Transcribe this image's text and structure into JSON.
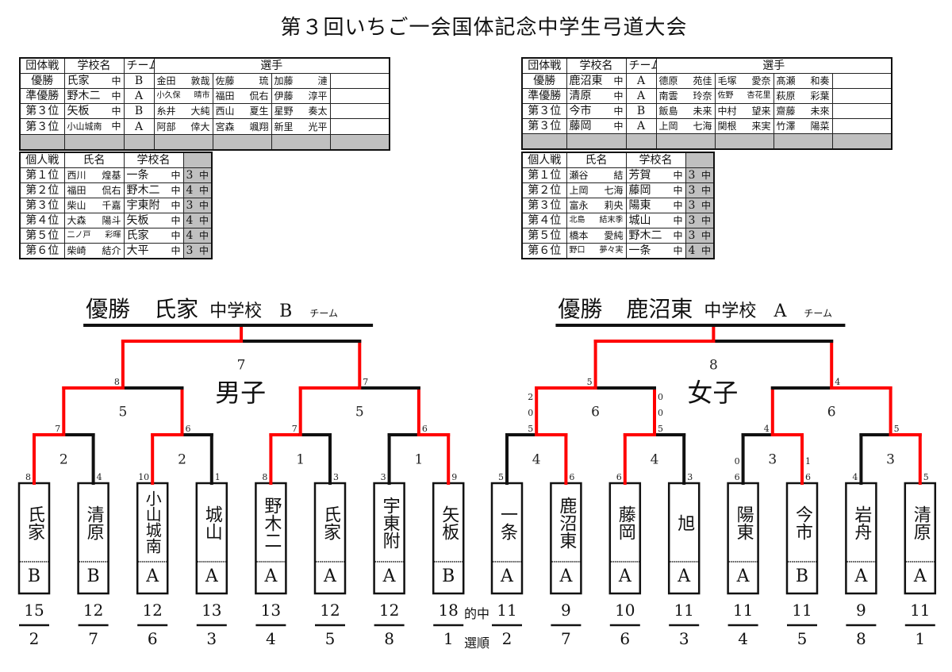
{
  "title": "第３回いちご一会国体記念中学生弓道大会",
  "labels": {
    "hits": "的中",
    "order": "選順"
  },
  "colors": {
    "win": "#ff0000",
    "line": "#111111",
    "gray": "#c0c0c0"
  },
  "boys": {
    "team_table": {
      "headers": {
        "event": "団体戦",
        "school": "学校名",
        "team": "チーム",
        "players": "選手"
      },
      "rows": [
        {
          "place": "優勝",
          "school": "氏家",
          "suffix": "中",
          "team": "B",
          "players": [
            [
              "金田",
              "敦哉"
            ],
            [
              "佐藤",
              "琉"
            ],
            [
              "加藤",
              "漣"
            ]
          ]
        },
        {
          "place": "準優勝",
          "school": "野木二",
          "suffix": "中",
          "team": "A",
          "players": [
            [
              "小久保",
              "晴市"
            ],
            [
              "福田",
              "侃右"
            ],
            [
              "伊藤",
              "淳平"
            ]
          ]
        },
        {
          "place": "第３位",
          "school": "矢板",
          "suffix": "中",
          "team": "B",
          "players": [
            [
              "糸井",
              "大純"
            ],
            [
              "西山",
              "夏生"
            ],
            [
              "星野",
              "奏太"
            ]
          ]
        },
        {
          "place": "第３位",
          "school": "小山城南",
          "suffix": "中",
          "team": "A",
          "players": [
            [
              "阿部",
              "倖大"
            ],
            [
              "宮森",
              "颯翔"
            ],
            [
              "新里",
              "光平"
            ]
          ]
        }
      ]
    },
    "indiv_table": {
      "headers": {
        "event": "個人戦",
        "name": "氏名",
        "school": "学校名"
      },
      "rows": [
        {
          "place": "第１位",
          "name": [
            "西川",
            "煌基"
          ],
          "school": "一条",
          "suffix": "中",
          "grade": "3",
          "grade_suffix": "中"
        },
        {
          "place": "第２位",
          "name": [
            "福田",
            "侃右"
          ],
          "school": "野木二",
          "suffix": "中",
          "grade": "4",
          "grade_suffix": "中"
        },
        {
          "place": "第３位",
          "name": [
            "柴山",
            "千嘉"
          ],
          "school": "宇東附",
          "suffix": "中",
          "grade": "3",
          "grade_suffix": "中"
        },
        {
          "place": "第４位",
          "name": [
            "大森",
            "陽斗"
          ],
          "school": "矢板",
          "suffix": "中",
          "grade": "4",
          "grade_suffix": "中"
        },
        {
          "place": "第５位",
          "name": [
            "二ノ戸",
            "彩暉"
          ],
          "school": "氏家",
          "suffix": "中",
          "grade": "4",
          "grade_suffix": "中"
        },
        {
          "place": "第６位",
          "name": [
            "柴崎",
            "結介"
          ],
          "school": "大平",
          "suffix": "中",
          "grade": "3",
          "grade_suffix": "中"
        }
      ]
    },
    "bracket": {
      "champion": {
        "label": "優勝",
        "school": "氏家",
        "suffix": "中学校",
        "team": "B",
        "team_word": "チーム"
      },
      "division": "男子",
      "entries": [
        {
          "school": "氏家",
          "team": "B",
          "score": [
            "8"
          ],
          "hits": "15",
          "order": "2"
        },
        {
          "school": "清原",
          "team": "B",
          "score": [
            "4"
          ],
          "hits": "12",
          "order": "7"
        },
        {
          "school": "小山城南",
          "team": "A",
          "score": [
            "10"
          ],
          "hits": "12",
          "order": "6"
        },
        {
          "school": "城山",
          "team": "A",
          "score": [
            "1"
          ],
          "hits": "13",
          "order": "3"
        },
        {
          "school": "野木二",
          "team": "A",
          "score": [
            "8"
          ],
          "hits": "13",
          "order": "4"
        },
        {
          "school": "氏家",
          "team": "A",
          "score": [
            "3"
          ],
          "hits": "12",
          "order": "5"
        },
        {
          "school": "宇東附",
          "team": "A",
          "score": [
            "3"
          ],
          "hits": "12",
          "order": "8"
        },
        {
          "school": "矢板",
          "team": "B",
          "score": [
            "9"
          ],
          "hits": "18",
          "order": "1"
        }
      ],
      "round1": [
        {
          "label": "2",
          "winner": 0
        },
        {
          "label": "2",
          "winner": 0
        },
        {
          "label": "1",
          "winner": 0
        },
        {
          "label": "1",
          "winner": 1
        }
      ],
      "round2": [
        {
          "label": "5",
          "winner": 0,
          "scores": [
            [
              "7"
            ],
            [
              "6"
            ]
          ]
        },
        {
          "label": "5",
          "winner": 0,
          "scores": [
            [
              "7"
            ],
            [
              "6"
            ]
          ]
        }
      ],
      "final": {
        "label": "7",
        "winner": 0,
        "scores": [
          [
            "8"
          ],
          [
            "7"
          ]
        ]
      }
    }
  },
  "girls": {
    "team_table": {
      "headers": {
        "event": "団体戦",
        "school": "学校名",
        "team": "チーム",
        "players": "選手"
      },
      "rows": [
        {
          "place": "優勝",
          "school": "鹿沼東",
          "suffix": "中",
          "team": "A",
          "players": [
            [
              "德原",
              "苑佳"
            ],
            [
              "毛塚",
              "愛奈"
            ],
            [
              "髙瀬",
              "和奏"
            ]
          ]
        },
        {
          "place": "準優勝",
          "school": "清原",
          "suffix": "中",
          "team": "A",
          "players": [
            [
              "南雲",
              "玲奈"
            ],
            [
              "佐野",
              "杏花里"
            ],
            [
              "萩原",
              "彩葉"
            ]
          ]
        },
        {
          "place": "第３位",
          "school": "今市",
          "suffix": "中",
          "team": "B",
          "players": [
            [
              "飯島",
              "未来"
            ],
            [
              "中村",
              "望来"
            ],
            [
              "齋藤",
              "未來"
            ]
          ]
        },
        {
          "place": "第３位",
          "school": "藤岡",
          "suffix": "中",
          "team": "A",
          "players": [
            [
              "上岡",
              "七海"
            ],
            [
              "関根",
              "来実"
            ],
            [
              "竹澤",
              "陽菜"
            ]
          ]
        }
      ]
    },
    "indiv_table": {
      "headers": {
        "event": "個人戦",
        "name": "氏名",
        "school": "学校名"
      },
      "rows": [
        {
          "place": "第１位",
          "name": [
            "瀬谷",
            "結"
          ],
          "school": "芳賀",
          "suffix": "中",
          "grade": "3",
          "grade_suffix": "中"
        },
        {
          "place": "第２位",
          "name": [
            "上岡",
            "七海"
          ],
          "school": "藤岡",
          "suffix": "中",
          "grade": "3",
          "grade_suffix": "中"
        },
        {
          "place": "第３位",
          "name": [
            "富永",
            "莉央"
          ],
          "school": "陽東",
          "suffix": "中",
          "grade": "3",
          "grade_suffix": "中"
        },
        {
          "place": "第４位",
          "name": [
            "北島",
            "結末季"
          ],
          "school": "城山",
          "suffix": "中",
          "grade": "3",
          "grade_suffix": "中"
        },
        {
          "place": "第５位",
          "name": [
            "橋本",
            "愛純"
          ],
          "school": "野木二",
          "suffix": "中",
          "grade": "3",
          "grade_suffix": "中"
        },
        {
          "place": "第６位",
          "name": [
            "野口",
            "夢々実"
          ],
          "school": "一条",
          "suffix": "中",
          "grade": "4",
          "grade_suffix": "中"
        }
      ]
    },
    "bracket": {
      "champion": {
        "label": "優勝",
        "school": "鹿沼東",
        "suffix": "中学校",
        "team": "A",
        "team_word": "チーム"
      },
      "division": "女子",
      "entries": [
        {
          "school": "一条",
          "team": "A",
          "score": [
            "5"
          ],
          "hits": "11",
          "order": "2"
        },
        {
          "school": "鹿沼東",
          "team": "A",
          "score": [
            "6"
          ],
          "hits": "9",
          "order": "7"
        },
        {
          "school": "藤岡",
          "team": "A",
          "score": [
            "6"
          ],
          "hits": "10",
          "order": "6"
        },
        {
          "school": "旭",
          "team": "A",
          "score": [
            "3"
          ],
          "hits": "11",
          "order": "3"
        },
        {
          "school": "陽東",
          "team": "A",
          "score": [
            "0",
            "6"
          ],
          "hits": "11",
          "order": "4"
        },
        {
          "school": "今市",
          "team": "B",
          "score": [
            "1",
            "6"
          ],
          "hits": "11",
          "order": "5"
        },
        {
          "school": "岩舟",
          "team": "A",
          "score": [
            "4"
          ],
          "hits": "9",
          "order": "8"
        },
        {
          "school": "清原",
          "team": "A",
          "score": [
            "5"
          ],
          "hits": "11",
          "order": "1"
        }
      ],
      "round1": [
        {
          "label": "4",
          "winner": 1
        },
        {
          "label": "4",
          "winner": 0
        },
        {
          "label": "3",
          "winner": 1
        },
        {
          "label": "3",
          "winner": 1
        }
      ],
      "round2": [
        {
          "label": "6",
          "winner": 0,
          "scores": [
            [
              "2",
              "0",
              "5"
            ],
            [
              "0",
              "0",
              "5"
            ]
          ]
        },
        {
          "label": "6",
          "winner": 1,
          "scores": [
            [
              "4"
            ],
            [
              "5"
            ]
          ]
        }
      ],
      "final": {
        "label": "8",
        "winner": 0,
        "scores": [
          [
            "5"
          ],
          [
            "4"
          ]
        ]
      }
    }
  }
}
